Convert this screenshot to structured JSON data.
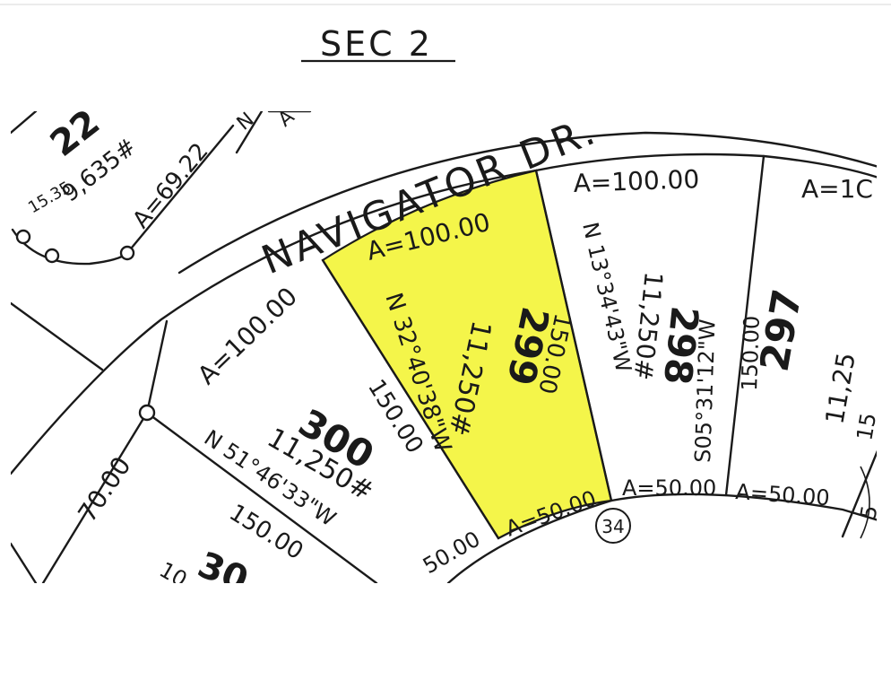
{
  "title": "SEC 2",
  "street": "NAVIGATOR DR.",
  "highlight_color": "#f4f54a",
  "ink_color": "#1a1a1a",
  "corner_marker": "34",
  "lots": {
    "lot_299": {
      "number": "299",
      "area": "11,250#",
      "front_arc": "A=100.00",
      "rear_arc": "A=50.00",
      "left_line": "N 32°40'38\"W",
      "right_depth": "150.00"
    },
    "lot_298": {
      "number": "298",
      "area": "11,250#",
      "front_arc": "A=100.00",
      "rear_arc": "A=50.00",
      "left_line": "N 13°34'43\"W",
      "right_line": "S05°31'12\"W",
      "right_depth": "150.00"
    },
    "lot_297": {
      "number": "297",
      "area": "11,25",
      "front_arc": "A=1C",
      "rear_arc": "A=50.00",
      "extra": "15"
    },
    "lot_300": {
      "number": "300",
      "area": "11,250#",
      "front_arc": "A=100.00",
      "left_line": "N 51°46'33\"W",
      "right_depth": "150.00",
      "left_depth": "150.00",
      "side": "70.00"
    },
    "lot_partial_upper": {
      "number": "22",
      "area": "9,635#",
      "arc": "A=69.22",
      "curve": "15.35"
    },
    "lot_partial_lower": {
      "number": "30",
      "rear_arc": "50.00",
      "fragment": "10"
    },
    "fragments": {
      "top_left_a": "A",
      "top_left_n": "N",
      "right_edge": "5"
    }
  }
}
